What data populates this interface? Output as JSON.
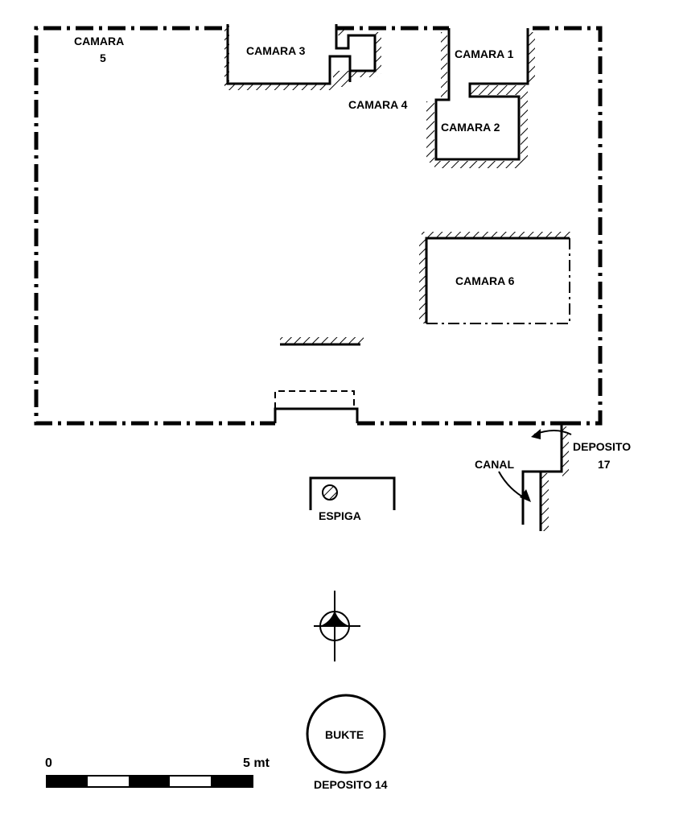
{
  "labels": {
    "camara5_line1": "CAMARA",
    "camara5_line2": "5",
    "camara3": "CAMARA 3",
    "camara1": "CAMARA 1",
    "camara4": "CAMARA 4",
    "camara2": "CAMARA 2",
    "camara6": "CAMARA 6",
    "deposito17_line1": "DEPOSITO",
    "deposito17_line2": "17",
    "canal": "CANAL",
    "espiga": "ESPIGA",
    "bukte": "BUKTE",
    "deposito14": "DEPOSITO 14"
  },
  "scale_bar": {
    "start_label": "0",
    "end_label": "5 mt",
    "segments": 5
  }
}
